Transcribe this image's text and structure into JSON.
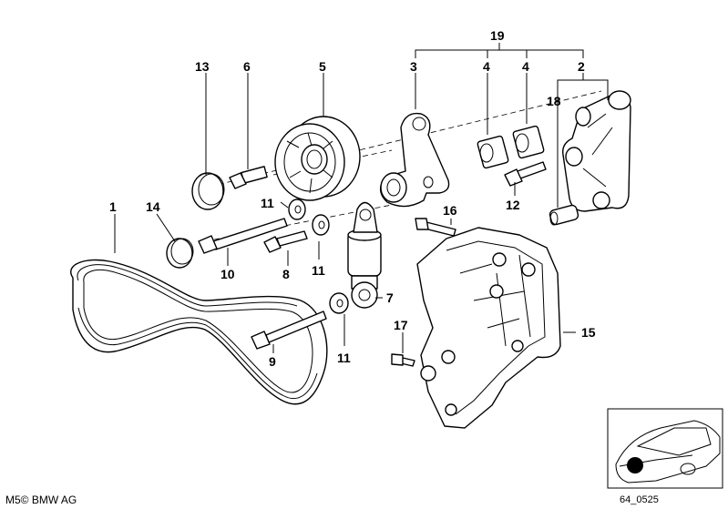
{
  "callouts": {
    "c1": "1",
    "c2": "2",
    "c3": "3",
    "c4a": "4",
    "c4b": "4",
    "c5": "5",
    "c6": "6",
    "c7": "7",
    "c8": "8",
    "c9": "9",
    "c10": "10",
    "c11a": "11",
    "c11b": "11",
    "c11c": "11",
    "c12": "12",
    "c13": "13",
    "c14": "14",
    "c15": "15",
    "c16": "16",
    "c17": "17",
    "c18": "18",
    "c19": "19"
  },
  "footer": {
    "copyright": "M5© BMW AG",
    "diagram_ref": "64_0525"
  },
  "icons": {
    "car_locator": "car-location-icon"
  }
}
